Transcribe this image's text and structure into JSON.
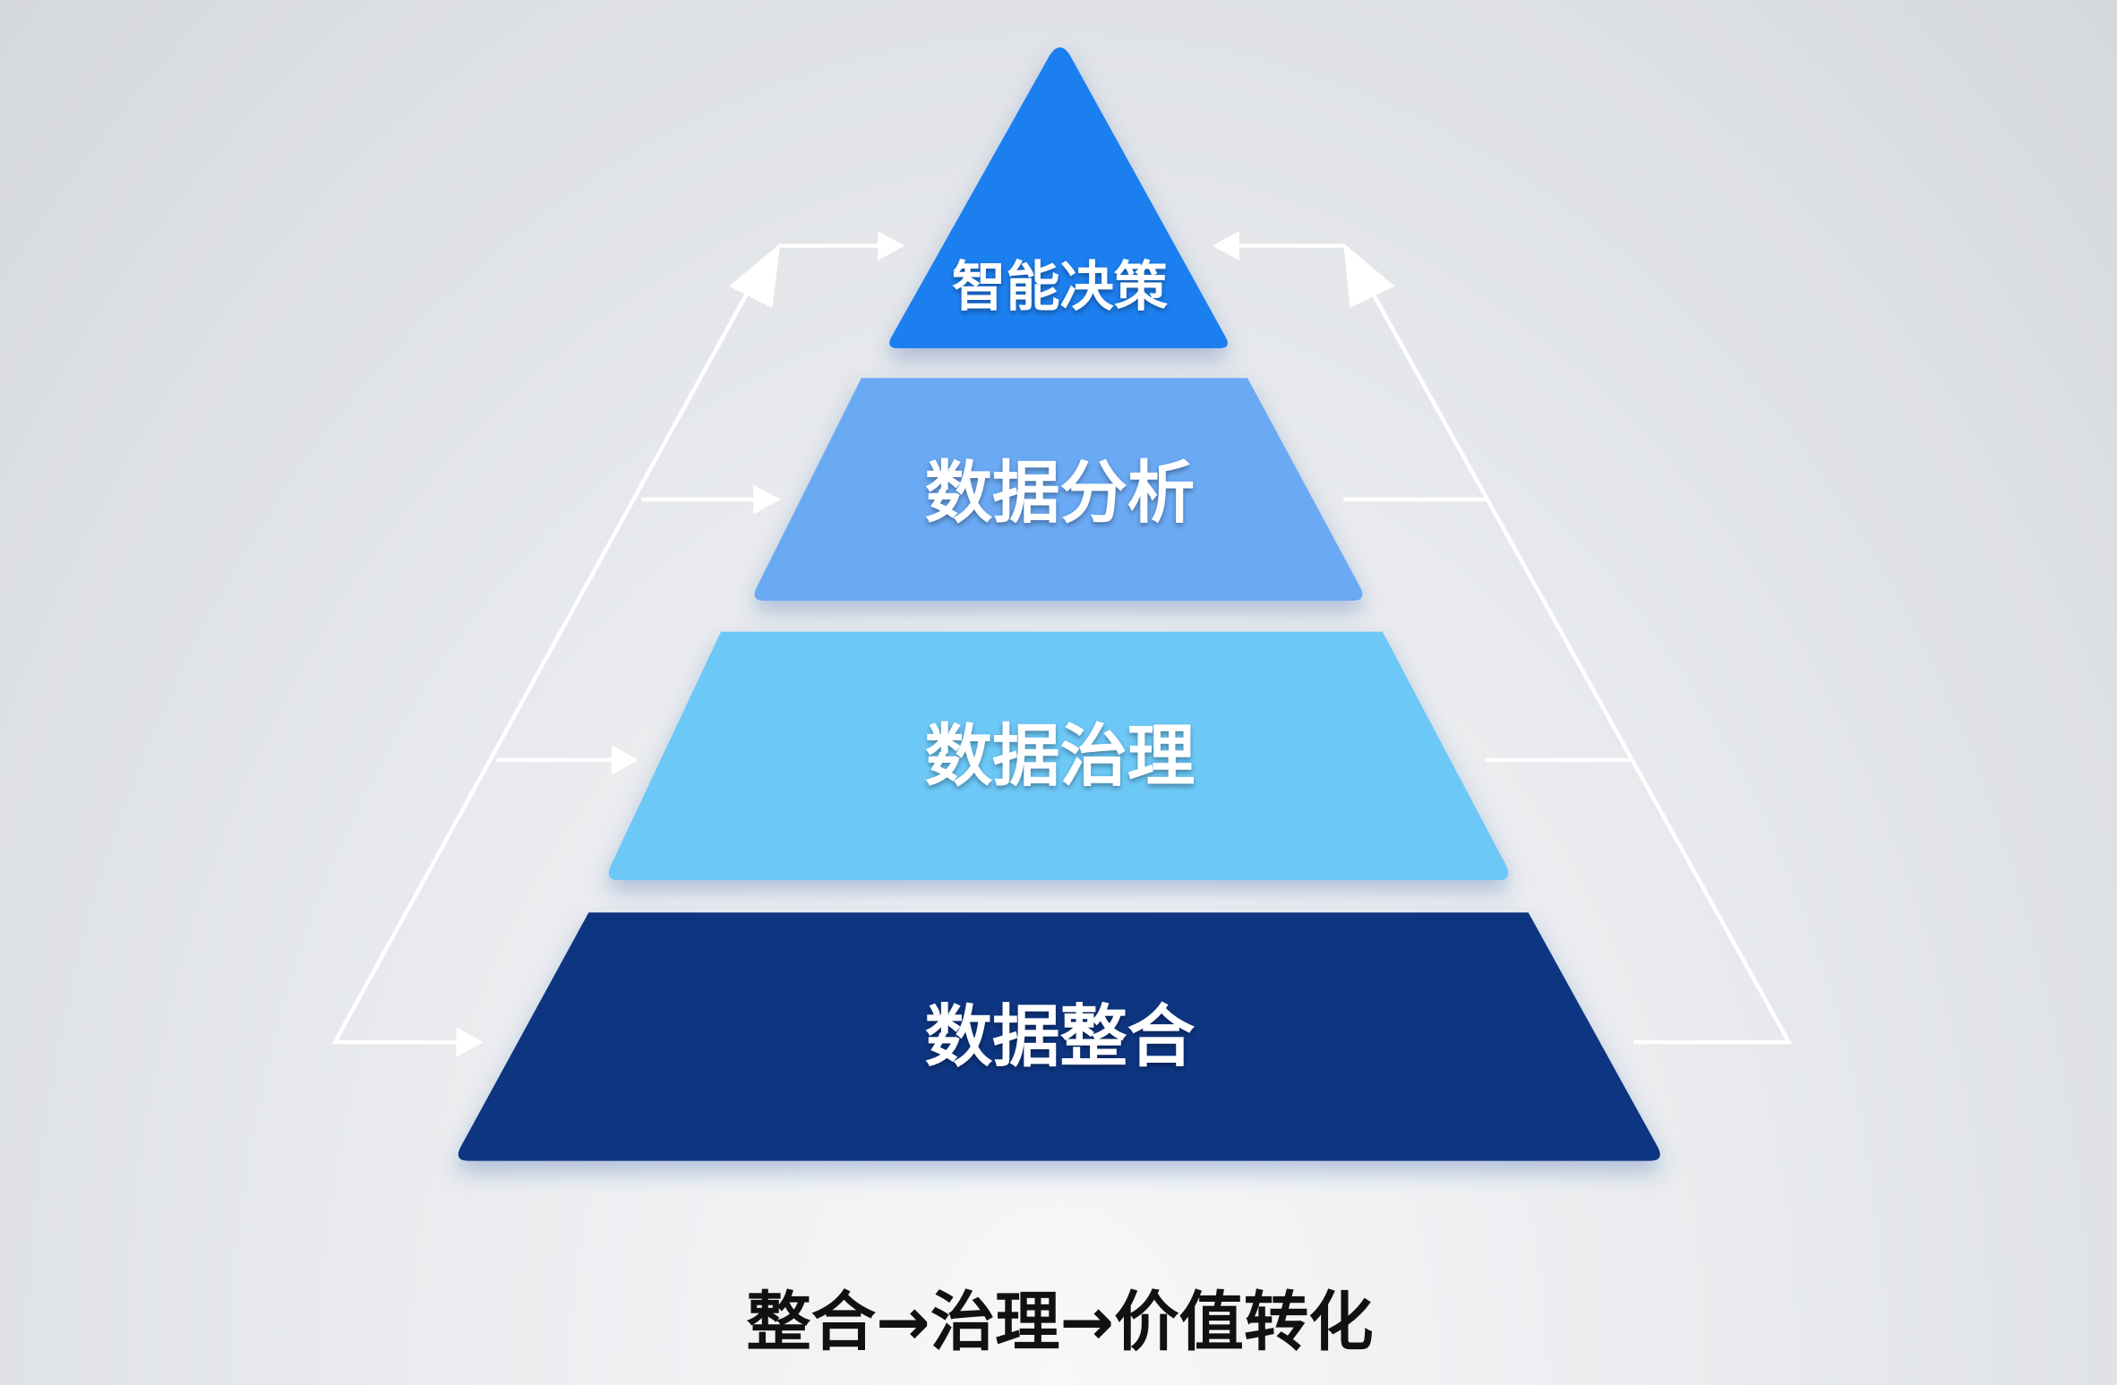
{
  "pyramid": {
    "levels": [
      {
        "label": "智能决策",
        "color": "#1f7ff0"
      },
      {
        "label": "数据分析",
        "color": "#6aa9f4"
      },
      {
        "label": "数据治理",
        "color": "#6cc8f7"
      },
      {
        "label": "数据整合",
        "color": "#0e3581"
      }
    ]
  },
  "caption": "整合→治理→价值转化"
}
